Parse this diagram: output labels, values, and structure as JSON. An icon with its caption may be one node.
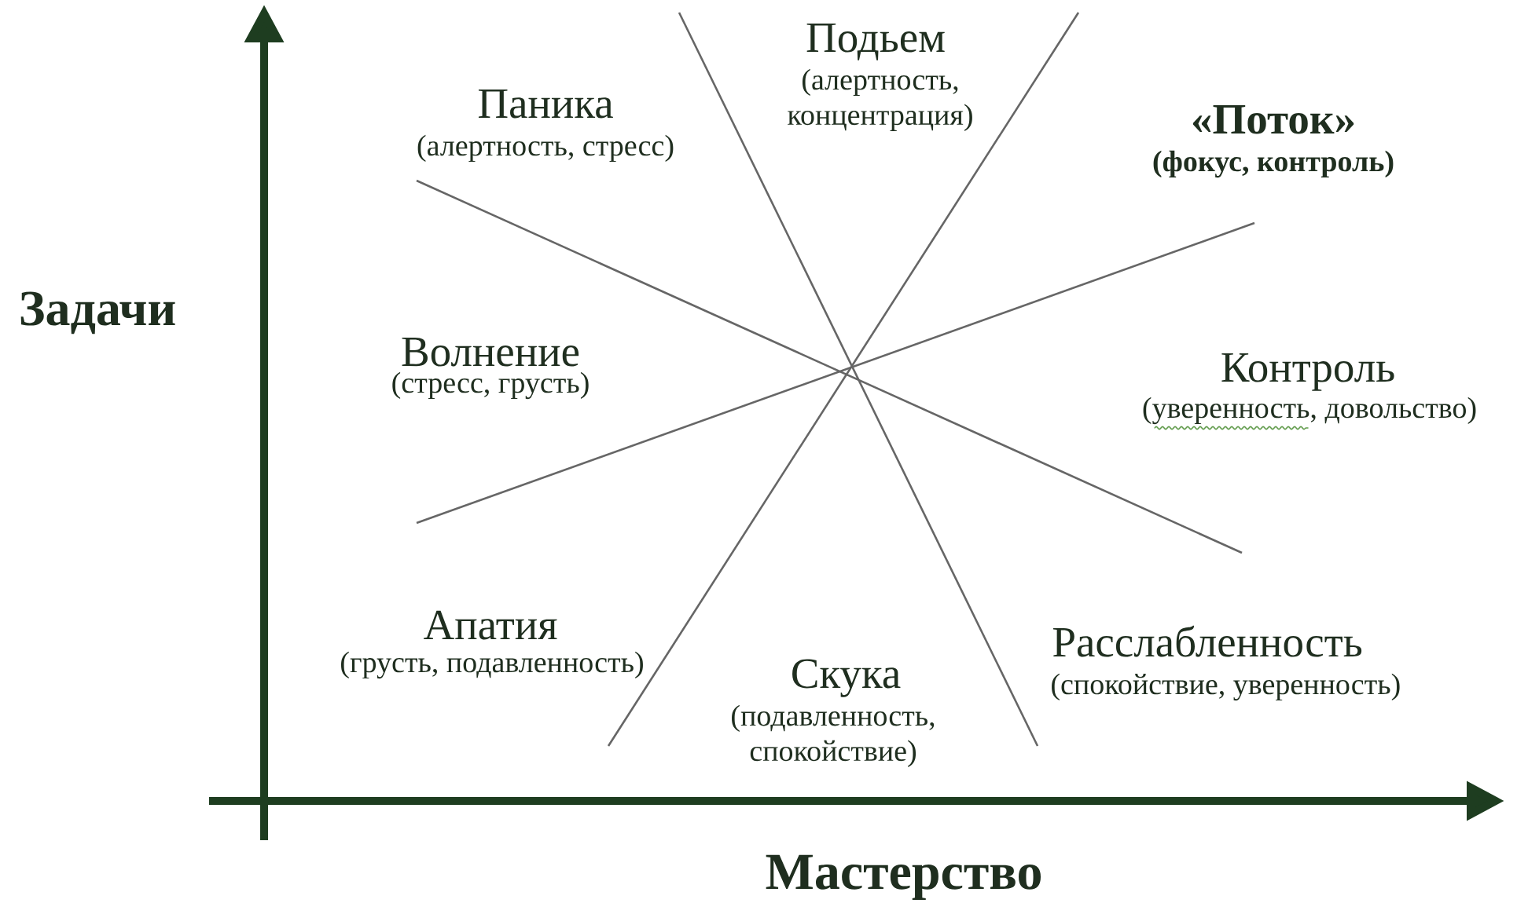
{
  "diagram": {
    "labels": [
      "Подьем",
      "(алертность, концентрация)",
      "Паника",
      "(алертность, стресс)",
      "«Поток»",
      "(фокус, контроль)",
      "Задачи",
      "Волнение",
      "(стресс, грусть)",
      "Контроль",
      "(уверенность, довольство)",
      "Апатия",
      "(грусть, подавленность)",
      "Расслабленность",
      "(спокойствие, уверенность)",
      "Скука",
      "(подавленность, спокойствие)",
      "Мастерство"
    ]
  }
}
